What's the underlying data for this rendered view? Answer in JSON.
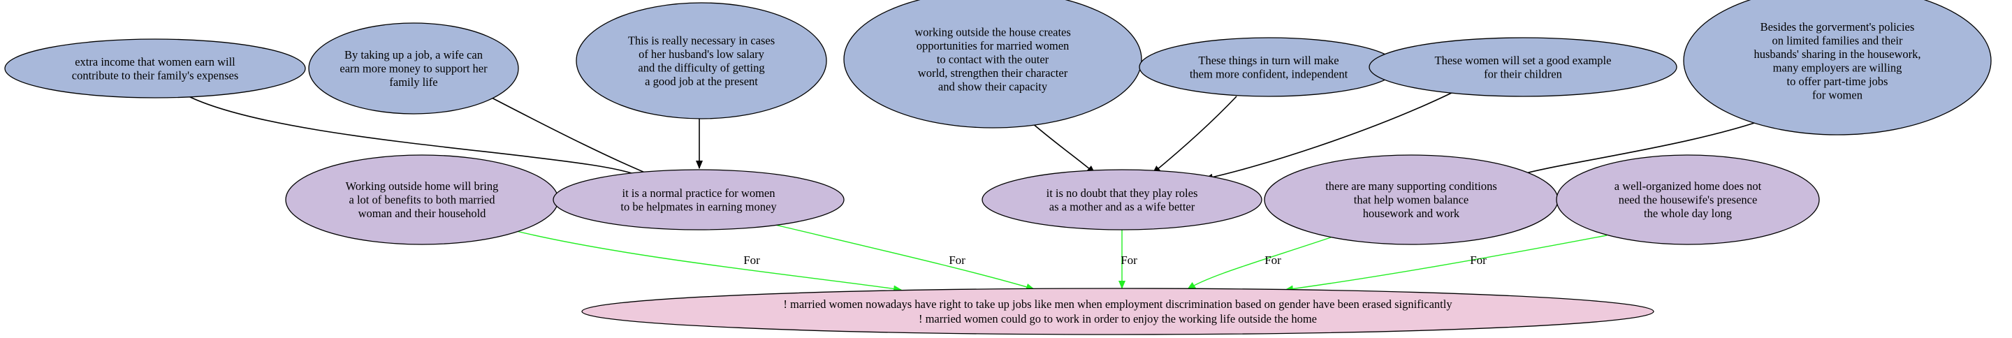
{
  "colors": {
    "premise_fill": "#a8b8da",
    "claim_fill": "#cbbcdc",
    "conclusion_fill": "#eecadc",
    "black_edge": "#000000",
    "for_edge": "#22ee22"
  },
  "premises": [
    {
      "id": "p1",
      "lines": [
        "extra income that women earn will",
        "contribute to their family's expenses"
      ]
    },
    {
      "id": "p2",
      "lines": [
        "By taking up a job, a wife can",
        "earn more money to support her",
        "family life"
      ]
    },
    {
      "id": "p3",
      "lines": [
        "This is really necessary in cases",
        "of her husband's low salary",
        "and the difficulty of getting",
        "a good job at the present"
      ]
    },
    {
      "id": "p4",
      "lines": [
        "working outside the house creates",
        "opportunities for married women",
        "to contact with the outer",
        "world, strengthen their character",
        "and show their capacity"
      ]
    },
    {
      "id": "p5",
      "lines": [
        "These things in turn will make",
        "them more confident, independent"
      ]
    },
    {
      "id": "p6",
      "lines": [
        "These women will set a good example",
        "for their children"
      ]
    },
    {
      "id": "p7",
      "lines": [
        "Besides the gorverment's policies",
        "on limited families and their",
        "husbands' sharing in the housework,",
        "many employers are willing",
        "to offer part-time jobs",
        "for women"
      ]
    }
  ],
  "claims": [
    {
      "id": "c1",
      "lines": [
        "Working outside home will bring",
        "a lot of benefits to both married",
        "woman and their household"
      ]
    },
    {
      "id": "c2",
      "lines": [
        "it is a normal practice for women",
        "to be helpmates in earning money"
      ]
    },
    {
      "id": "c3",
      "lines": [
        "it is no doubt that they play roles",
        "as a mother and as a wife better"
      ]
    },
    {
      "id": "c4",
      "lines": [
        "there are many supporting conditions",
        "that help women balance",
        "housework and work"
      ]
    },
    {
      "id": "c5",
      "lines": [
        "a well-organized home does not",
        "need the housewife's presence",
        "the whole day long"
      ]
    }
  ],
  "conclusion": {
    "id": "main",
    "lines": [
      "! married women nowadays have right to take up jobs like men when employment discrimination based on gender have been erased significantly",
      "! married women could go to work in order to enjoy the working life outside the home"
    ]
  },
  "edges": [
    {
      "from": "p1",
      "to": "c2",
      "label": ""
    },
    {
      "from": "p2",
      "to": "c2",
      "label": ""
    },
    {
      "from": "p3",
      "to": "c2",
      "label": ""
    },
    {
      "from": "p4",
      "to": "c3",
      "label": ""
    },
    {
      "from": "p5",
      "to": "c3",
      "label": ""
    },
    {
      "from": "p6",
      "to": "c3",
      "label": ""
    },
    {
      "from": "p7",
      "to": "c4",
      "label": ""
    },
    {
      "from": "c1",
      "to": "main",
      "label": "For"
    },
    {
      "from": "c2",
      "to": "main",
      "label": "For"
    },
    {
      "from": "c3",
      "to": "main",
      "label": "For"
    },
    {
      "from": "c4",
      "to": "main",
      "label": "For"
    },
    {
      "from": "c5",
      "to": "main",
      "label": "For"
    }
  ]
}
